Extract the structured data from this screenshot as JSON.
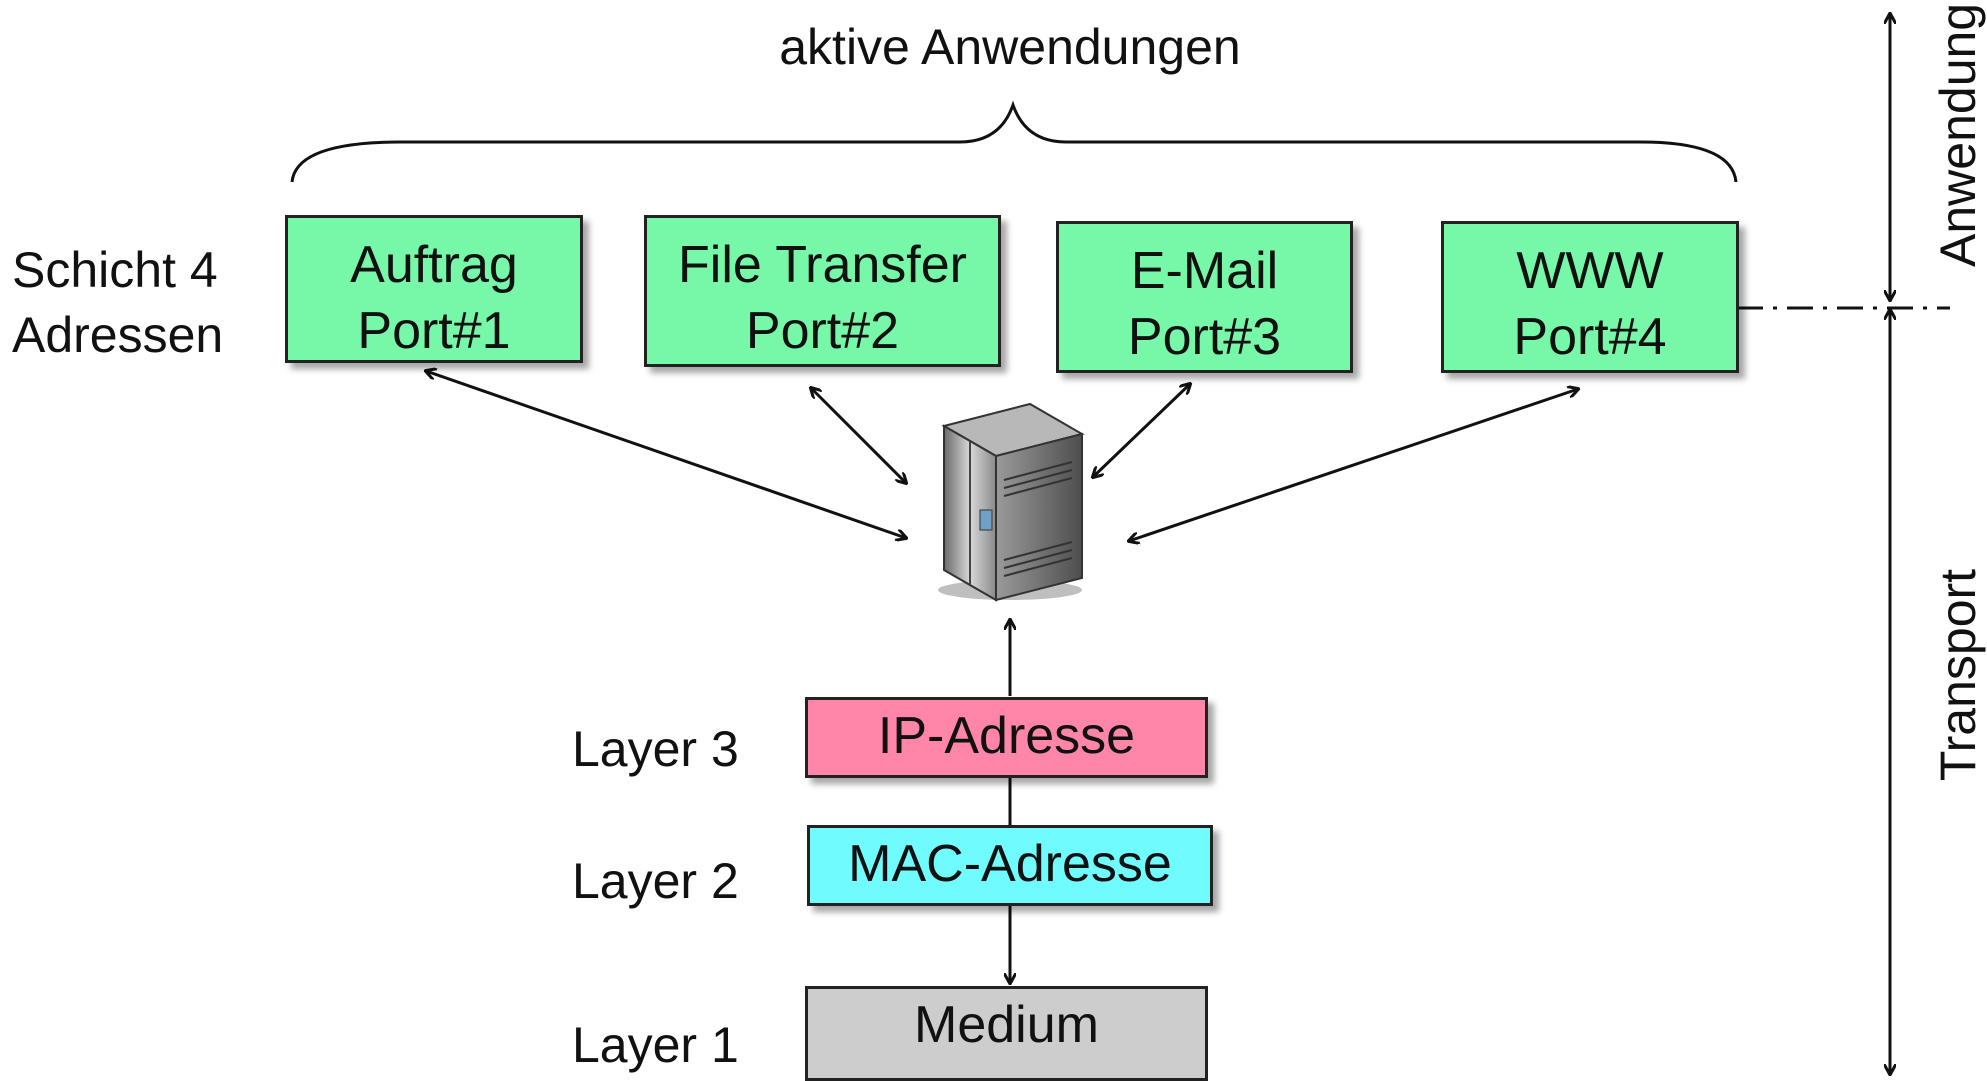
{
  "header": {
    "title": "aktive Anwendungen"
  },
  "left_label": {
    "line1": "Schicht 4",
    "line2": "Adressen"
  },
  "applications": [
    {
      "name": "Auftrag",
      "port": "Port#1"
    },
    {
      "name": "File Transfer",
      "port": "Port#2"
    },
    {
      "name": "E-Mail",
      "port": "Port#3"
    },
    {
      "name": "WWW",
      "port": "Port#4"
    }
  ],
  "layers": [
    {
      "label": "Layer 3",
      "value": "IP-Adresse"
    },
    {
      "label": "Layer 2",
      "value": "MAC-Adresse"
    },
    {
      "label": "Layer 1",
      "value": "Medium"
    }
  ],
  "right_axis": {
    "top": "Anwendung",
    "bottom": "Transport"
  },
  "icons": {
    "server": "server-icon"
  },
  "colors": {
    "application": "#77f7a8",
    "ip": "#ff86a8",
    "mac": "#70fcff",
    "medium": "#cdcdcd"
  }
}
